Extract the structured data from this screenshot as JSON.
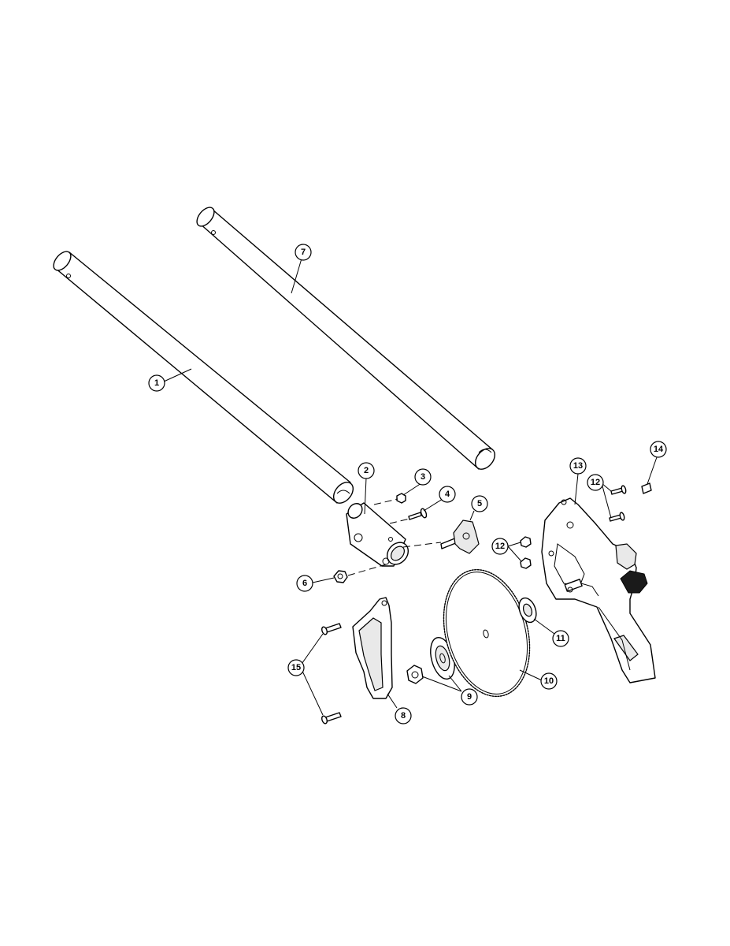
{
  "diagram": {
    "callouts": [
      {
        "id": "c1",
        "label": "1"
      },
      {
        "id": "c2",
        "label": "2"
      },
      {
        "id": "c3",
        "label": "3"
      },
      {
        "id": "c4",
        "label": "4"
      },
      {
        "id": "c5",
        "label": "5"
      },
      {
        "id": "c6",
        "label": "6"
      },
      {
        "id": "c7",
        "label": "7"
      },
      {
        "id": "c8",
        "label": "8"
      },
      {
        "id": "c9",
        "label": "9"
      },
      {
        "id": "c10",
        "label": "10"
      },
      {
        "id": "c11",
        "label": "11"
      },
      {
        "id": "c12a",
        "label": "12"
      },
      {
        "id": "c12b",
        "label": "12"
      },
      {
        "id": "c13",
        "label": "13"
      },
      {
        "id": "c14",
        "label": "14"
      },
      {
        "id": "c15",
        "label": "15"
      }
    ]
  }
}
